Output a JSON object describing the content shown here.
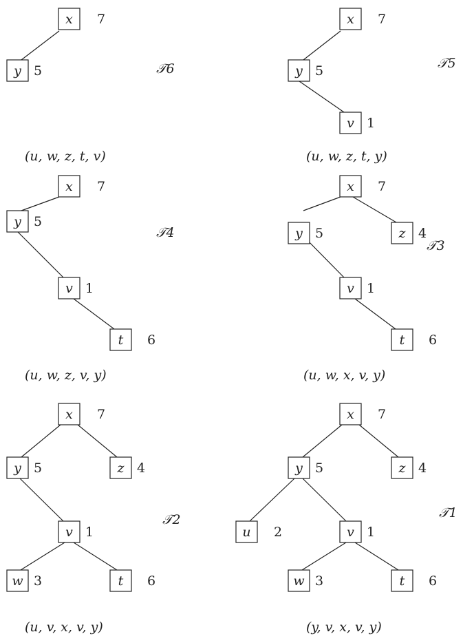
{
  "trees": [
    {
      "title": "𝒯6",
      "caption": "(u, w, z, t, v)",
      "nodes": [
        {
          "label": "x",
          "weight": "7"
        },
        {
          "label": "y",
          "weight": "5"
        }
      ]
    },
    {
      "title": "𝒯5",
      "caption": "(u, w, z, t, y)",
      "nodes": [
        {
          "label": "x",
          "weight": "7"
        },
        {
          "label": "y",
          "weight": "5"
        },
        {
          "label": "v",
          "weight": "1"
        }
      ]
    },
    {
      "title": "𝒯4",
      "caption": "(u, w, z, v, y)",
      "nodes": [
        {
          "label": "x",
          "weight": "7"
        },
        {
          "label": "y",
          "weight": "5"
        },
        {
          "label": "v",
          "weight": "1"
        },
        {
          "label": "t",
          "weight": "6"
        }
      ]
    },
    {
      "title": "𝒯3",
      "caption": "(u, w, x, v, y)",
      "nodes": [
        {
          "label": "x",
          "weight": "7"
        },
        {
          "label": "y",
          "weight": "5"
        },
        {
          "label": "z",
          "weight": "4"
        },
        {
          "label": "v",
          "weight": "1"
        },
        {
          "label": "t",
          "weight": "6"
        }
      ]
    },
    {
      "title": "𝒯2",
      "caption": "(u, v, x, v, y)",
      "nodes": [
        {
          "label": "x",
          "weight": "7"
        },
        {
          "label": "y",
          "weight": "5"
        },
        {
          "label": "z",
          "weight": "4"
        },
        {
          "label": "v",
          "weight": "1"
        },
        {
          "label": "w",
          "weight": "3"
        },
        {
          "label": "t",
          "weight": "6"
        }
      ]
    },
    {
      "title": "𝒯1",
      "caption": "(y, v, x, v, y)",
      "nodes": [
        {
          "label": "x",
          "weight": "7"
        },
        {
          "label": "y",
          "weight": "5"
        },
        {
          "label": "z",
          "weight": "4"
        },
        {
          "label": "u",
          "weight": "2"
        },
        {
          "label": "v",
          "weight": "1"
        },
        {
          "label": "w",
          "weight": "3"
        },
        {
          "label": "t",
          "weight": "6"
        }
      ]
    }
  ]
}
